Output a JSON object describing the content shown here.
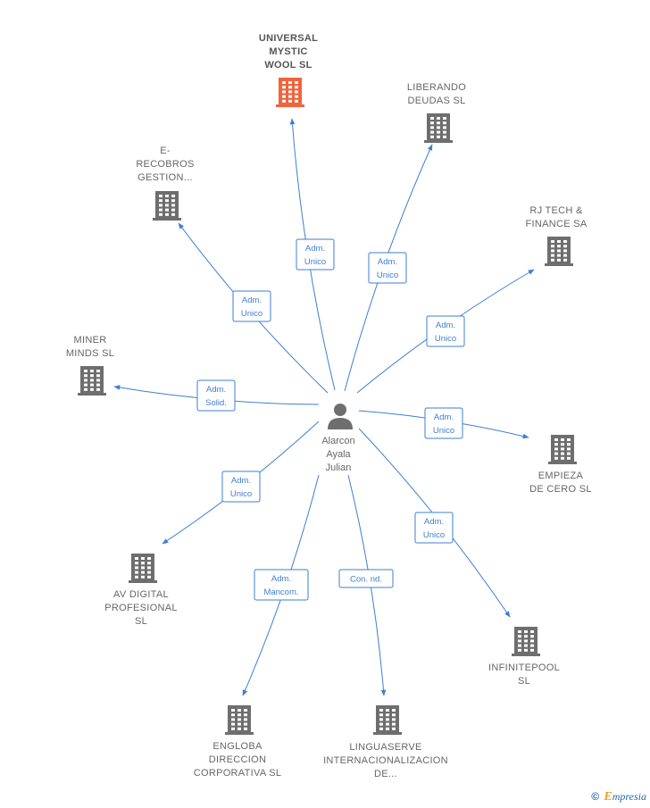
{
  "center": {
    "name_lines": [
      "Alarcon",
      "Ayala",
      "Julian"
    ],
    "icon": "person-icon"
  },
  "colors": {
    "edge": "#3d7fd0",
    "node_icon": "#6e6e6e",
    "highlight_icon": "#f0643c",
    "role_text": "#3d7fd0"
  },
  "nodes": [
    {
      "id": "universal",
      "name_lines": [
        "UNIVERSAL",
        "MYSTIC",
        "WOOL  SL"
      ],
      "role_lines": [
        "Adm.",
        "Unico"
      ],
      "highlight": true
    },
    {
      "id": "liberando",
      "name_lines": [
        "LIBERANDO",
        "DEUDAS  SL"
      ],
      "role_lines": [
        "Adm.",
        "Unico"
      ]
    },
    {
      "id": "erecobros",
      "name_lines": [
        "E-",
        "RECOBROS",
        "GESTION..."
      ],
      "role_lines": [
        "Adm.",
        "Unico"
      ]
    },
    {
      "id": "rjtech",
      "name_lines": [
        "RJ TECH &",
        "FINANCE SA"
      ],
      "role_lines": [
        "Adm.",
        "Unico"
      ]
    },
    {
      "id": "miner",
      "name_lines": [
        "MINER",
        "MINDS  SL"
      ],
      "role_lines": [
        "Adm.",
        "Solid."
      ]
    },
    {
      "id": "empieza",
      "name_lines": [
        "EMPIEZA",
        "DE CERO  SL"
      ],
      "role_lines": [
        "Adm.",
        "Unico"
      ]
    },
    {
      "id": "avdigital",
      "name_lines": [
        "AV DIGITAL",
        "PROFESIONAL",
        "SL"
      ],
      "role_lines": [
        "Adm.",
        "Unico"
      ]
    },
    {
      "id": "infinitepool",
      "name_lines": [
        "INFINITEPOOL",
        "SL"
      ],
      "role_lines": [
        "Adm.",
        "Unico"
      ]
    },
    {
      "id": "engloba",
      "name_lines": [
        "ENGLOBA",
        "DIRECCION",
        "CORPORATIVA SL"
      ],
      "role_lines": [
        "Adm.",
        "Mancom."
      ]
    },
    {
      "id": "linguaserve",
      "name_lines": [
        "LINGUASERVE",
        "INTERNACIONALIZACION",
        "DE..."
      ],
      "role_lines": [
        "Con.  nd."
      ]
    }
  ],
  "footer": {
    "copyright": "©",
    "brand_initial": "E",
    "brand_rest": "mpresia"
  }
}
